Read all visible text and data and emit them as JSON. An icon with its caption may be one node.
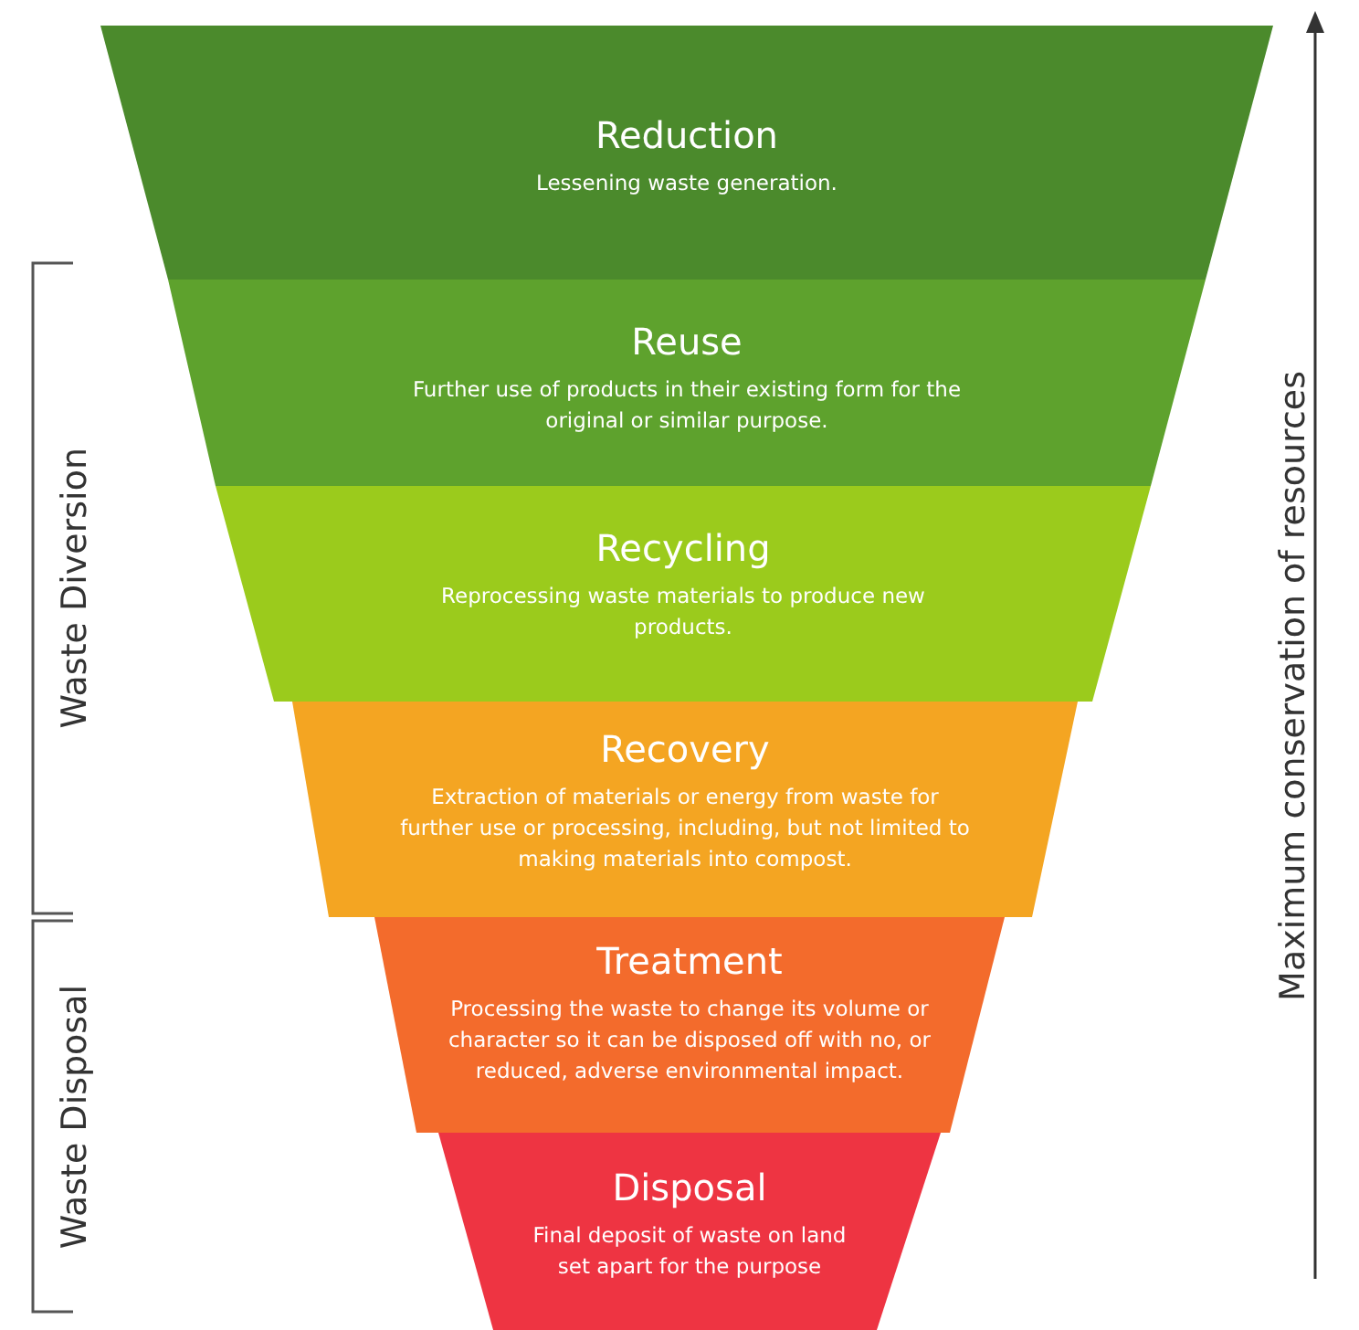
{
  "diagram": {
    "nodes": [
      {
        "text": [
          "Reduction",
          "Lessening waste generation."
        ]
      },
      {
        "text": [
          "Reuse",
          "Further use of products in their existing form for the original or similar purpose."
        ]
      },
      {
        "text": [
          "Recycling",
          "Reprocessing waste materials to produce new products."
        ]
      },
      {
        "text": [
          "Recovery",
          "Extraction of materials or energy from waste for further use or processing, including, but not limited to making materials into compost."
        ]
      },
      {
        "text": [
          "Treatment",
          "Processing the waste to change its volume or character so it can be disposed off with no, or reduced, adverse environmental impact."
        ]
      },
      {
        "text": [
          "Disposal",
          "Final deposit of waste on land set apart for the purpose"
        ]
      }
    ],
    "edges": [],
    "labels": [
      "Waste Diversion",
      "Waste Disposal",
      "Maximum conservation of resources"
    ]
  }
}
